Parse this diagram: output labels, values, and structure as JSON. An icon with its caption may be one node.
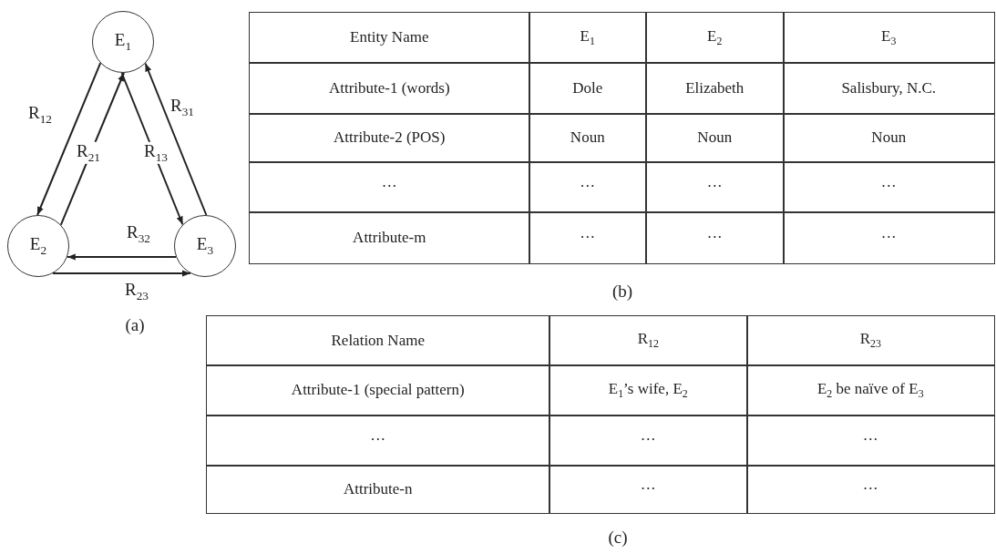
{
  "diagram": {
    "nodes": [
      {
        "text": [
          "E$_{1}$"
        ]
      },
      {
        "text": [
          "E$_{2}$"
        ]
      },
      {
        "text": [
          "E$_{3}$"
        ]
      }
    ],
    "edges": [
      {
        "from": 0,
        "to": 1,
        "arrow": "to",
        "label": "R$_{12}$"
      },
      {
        "from": 1,
        "to": 0,
        "arrow": "to",
        "label": "R$_{21}$"
      },
      {
        "from": 0,
        "to": 2,
        "arrow": "to",
        "label": "R$_{13}$"
      },
      {
        "from": 2,
        "to": 0,
        "arrow": "to",
        "label": "R$_{31}$"
      },
      {
        "from": 2,
        "to": 1,
        "arrow": "to",
        "label": "R$_{32}$"
      },
      {
        "from": 1,
        "to": 2,
        "arrow": "to",
        "label": "R$_{23}$"
      }
    ],
    "labels": [
      "Entity Name",
      "E$_{1}$",
      "E$_{2}$",
      "E$_{3}$",
      "Attribute-1 (words)",
      "Dole",
      "Elizabeth",
      "Salisbury, N.C.",
      "Attribute-2 (POS)",
      "Noun",
      "Noun",
      "Noun",
      "···",
      "···",
      "···",
      "···",
      "Attribute-m",
      "···",
      "···",
      "···",
      "(a)",
      "(b)",
      "Relation Name",
      "R$_{12}$",
      "R$_{23}$",
      "Attribute-1 (special pattern)",
      "E$_{1}$’s wife, E$_{2}$",
      "E$_{2}$ be naïve of E$_{3}$",
      "···",
      "···",
      "···",
      "Attribute-n",
      "···",
      "···",
      "(c)"
    ]
  }
}
